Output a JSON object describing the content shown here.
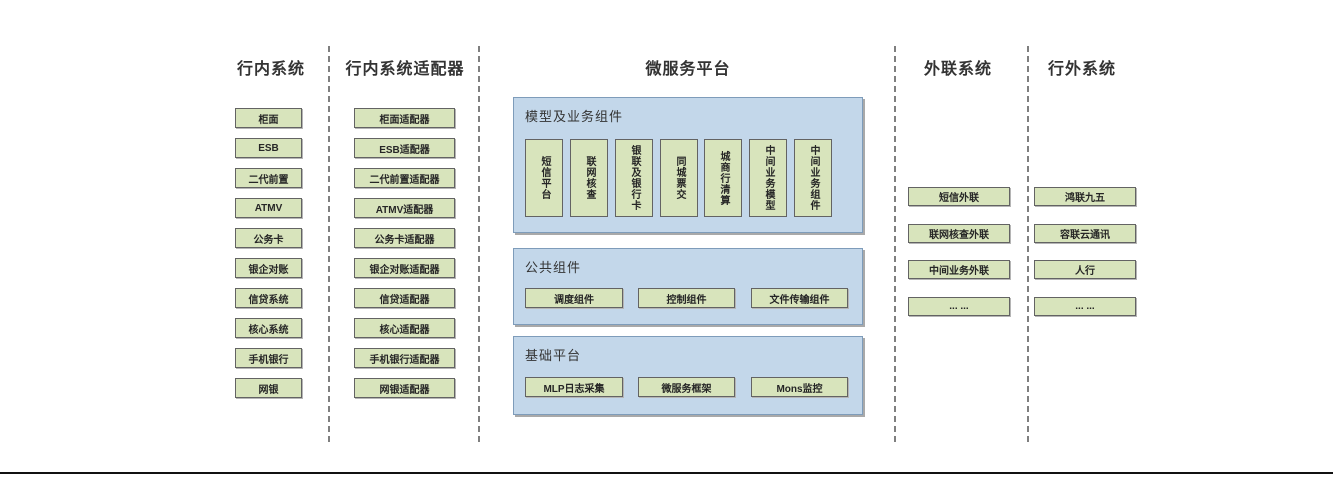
{
  "cols": {
    "inbank": {
      "title": "行内系统",
      "boxes": [
        "柜面",
        "ESB",
        "二代前置",
        "ATMV",
        "公务卡",
        "银企对账",
        "信贷系统",
        "核心系统",
        "手机银行",
        "网银"
      ]
    },
    "adapters": {
      "title": "行内系统适配器",
      "boxes": [
        "柜面适配器",
        "ESB适配器",
        "二代前置适配器",
        "ATMV适配器",
        "公务卡适配器",
        "银企对账适配器",
        "信贷适配器",
        "核心适配器",
        "手机银行适配器",
        "网银适配器"
      ]
    },
    "platform": {
      "title": "微服务平台",
      "model_panel": {
        "title": "模型及业务组件",
        "boxes": [
          "短信平台",
          "联网核查",
          "银联及银行卡",
          "同城票交",
          "城商行清算",
          "中间业务模型",
          "中间业务组件"
        ]
      },
      "common_panel": {
        "title": "公共组件",
        "boxes": [
          "调度组件",
          "控制组件",
          "文件传输组件"
        ]
      },
      "base_panel": {
        "title": "基础平台",
        "boxes": [
          "MLP日志采集",
          "微服务框架",
          "Mons监控"
        ]
      }
    },
    "outlink": {
      "title": "外联系统",
      "boxes": [
        "短信外联",
        "联网核查外联",
        "中间业务外联",
        "... ..."
      ]
    },
    "external": {
      "title": "行外系统",
      "boxes": [
        "鸿联九五",
        "容联云通讯",
        "人行",
        "... ..."
      ]
    }
  },
  "colors": {
    "box_fill": "#d8e4bc",
    "box_border": "#636363",
    "panel_fill": "#c3d7ea",
    "panel_border": "#7e9cba",
    "separator": "#7f7f7f",
    "baseline": "#111111"
  }
}
